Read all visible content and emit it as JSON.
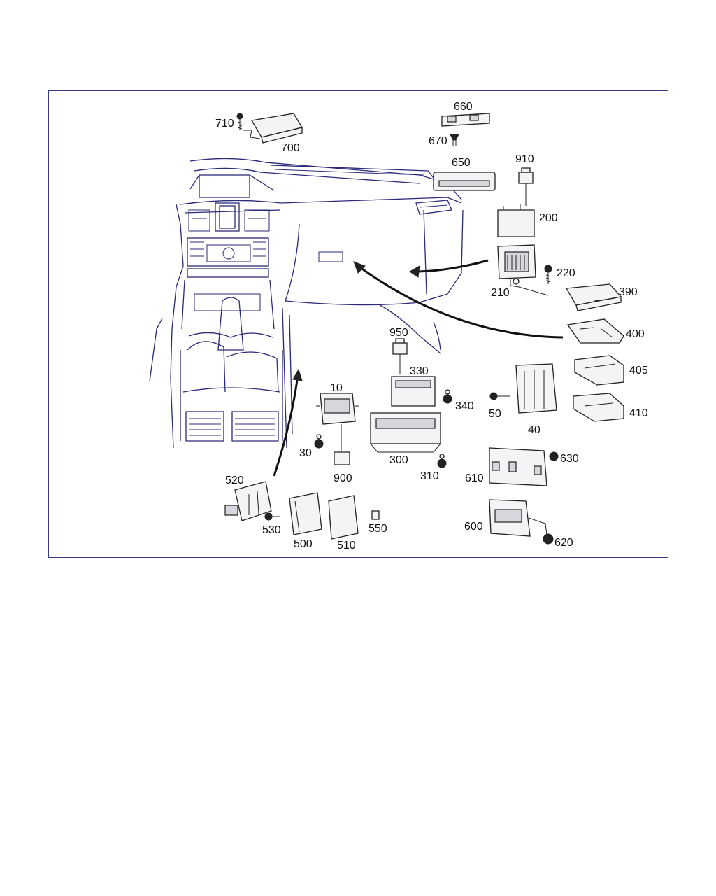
{
  "diagram": {
    "callouts": [
      {
        "id": "c710",
        "label": "710"
      },
      {
        "id": "c700",
        "label": "700"
      },
      {
        "id": "c660",
        "label": "660"
      },
      {
        "id": "c670",
        "label": "670"
      },
      {
        "id": "c650",
        "label": "650"
      },
      {
        "id": "c910",
        "label": "910"
      },
      {
        "id": "c200",
        "label": "200"
      },
      {
        "id": "c220",
        "label": "220"
      },
      {
        "id": "c210",
        "label": "210"
      },
      {
        "id": "c390",
        "label": "390"
      },
      {
        "id": "c400",
        "label": "400"
      },
      {
        "id": "c405",
        "label": "405"
      },
      {
        "id": "c410",
        "label": "410"
      },
      {
        "id": "c950",
        "label": "950"
      },
      {
        "id": "c330",
        "label": "330"
      },
      {
        "id": "c340",
        "label": "340"
      },
      {
        "id": "c10",
        "label": "10"
      },
      {
        "id": "c50",
        "label": "50"
      },
      {
        "id": "c40",
        "label": "40"
      },
      {
        "id": "c30",
        "label": "30"
      },
      {
        "id": "c300",
        "label": "300"
      },
      {
        "id": "c900",
        "label": "900"
      },
      {
        "id": "c310",
        "label": "310"
      },
      {
        "id": "c630",
        "label": "630"
      },
      {
        "id": "c610",
        "label": "610"
      },
      {
        "id": "c520",
        "label": "520"
      },
      {
        "id": "c530",
        "label": "530"
      },
      {
        "id": "c550",
        "label": "550"
      },
      {
        "id": "c500",
        "label": "500"
      },
      {
        "id": "c510",
        "label": "510"
      },
      {
        "id": "c600",
        "label": "600"
      },
      {
        "id": "c620",
        "label": "620"
      }
    ]
  }
}
